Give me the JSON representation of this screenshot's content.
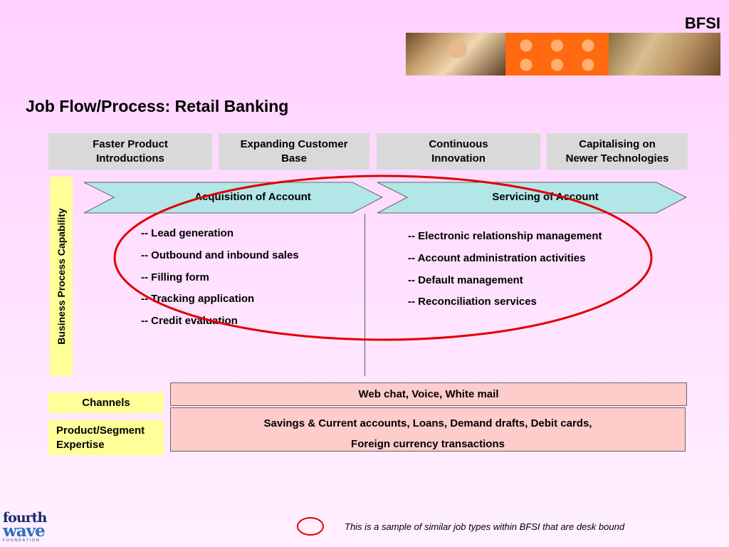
{
  "header": {
    "brand": "BFSI",
    "title": "Job Flow/Process: Retail Banking"
  },
  "goals": [
    {
      "line1": "Faster Product",
      "line2": "Introductions"
    },
    {
      "line1": "Expanding Customer",
      "line2": "Base"
    },
    {
      "line1": "Continuous",
      "line2": "Innovation"
    },
    {
      "line1": "Capitalising on",
      "line2": "Newer Technologies"
    }
  ],
  "sidebar": {
    "label": "Business Process Capability"
  },
  "stages": [
    {
      "label": "Acquisition of Account",
      "items": [
        "-- Lead generation",
        "-- Outbound and inbound sales",
        "-- Filling form",
        "-- Tracking application",
        "-- Credit evaluation"
      ]
    },
    {
      "label": "Servicing of Account",
      "items": [
        "-- Electronic relationship management",
        "-- Account administration activities",
        "-- Default management",
        "-- Reconciliation services"
      ]
    }
  ],
  "channels": {
    "label": "Channels",
    "value": "Web chat, Voice, White mail"
  },
  "product": {
    "label_line1": "Product/Segment",
    "label_line2": "Expertise",
    "value_line1": "Savings & Current accounts, Loans, Demand drafts, Debit cards,",
    "value_line2": "Foreign currency transactions"
  },
  "footer": {
    "logo_line1": "fourth",
    "logo_line2": "wave",
    "logo_line3": "FOUNDATION",
    "note": "This is a sample of similar job types within BFSI that are desk bound"
  },
  "colors": {
    "background": "#ffd6ff",
    "goal_box": "#d9d9d9",
    "chevron": "#b3e6e6",
    "yellow": "#ffff99",
    "pink": "#ffcccc",
    "highlight_oval": "#e00000"
  }
}
